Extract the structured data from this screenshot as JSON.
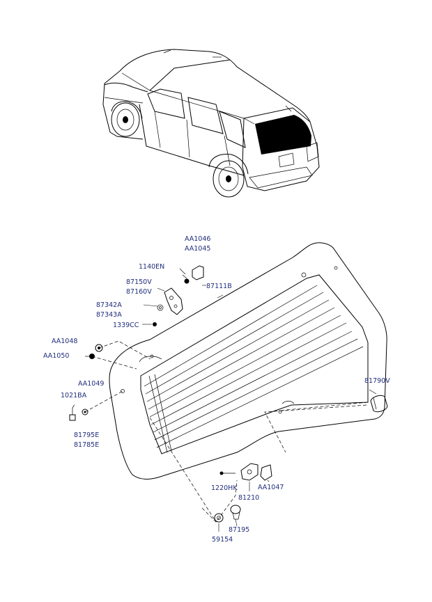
{
  "colors": {
    "label": "#1f2d7a",
    "line": "#000000",
    "background": "#ffffff",
    "glass_tint": "#000000"
  },
  "labels": {
    "p_aa1046": "AA1046",
    "p_aa1045": "AA1045",
    "p_1140en": "1140EN",
    "p_87150v": "87150V",
    "p_87160v": "87160V",
    "p_87111b": "87111B",
    "p_87342a": "87342A",
    "p_87343a": "87343A",
    "p_1339cc": "1339CC",
    "p_aa1048": "AA1048",
    "p_aa1050": "AA1050",
    "p_aa1049": "AA1049",
    "p_1021ba": "1021BA",
    "p_81795e": "81795E",
    "p_81785e": "81785E",
    "p_81790v": "81790V",
    "p_1220hk": "1220HK",
    "p_81210": "81210",
    "p_aa1047": "AA1047",
    "p_59154": "59154",
    "p_87195": "87195"
  }
}
